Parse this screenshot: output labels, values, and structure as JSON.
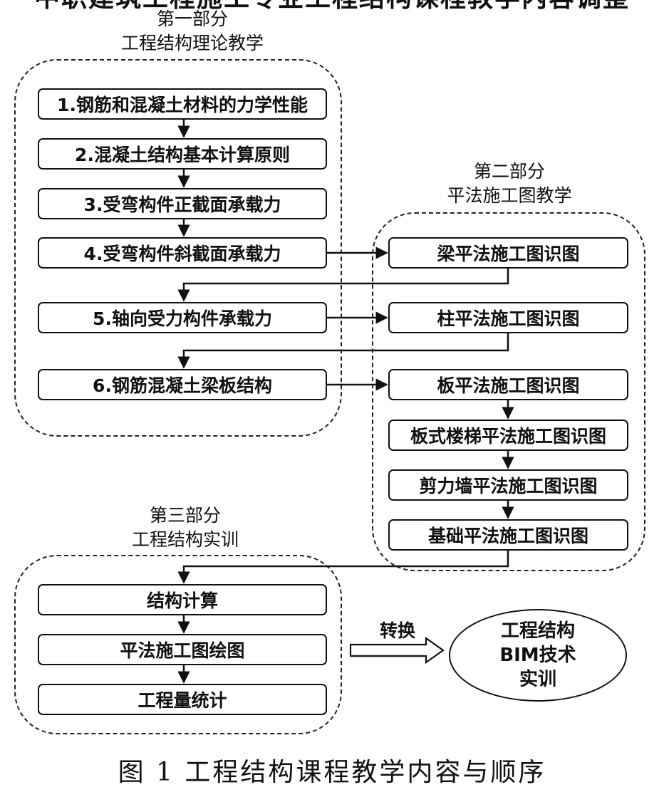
{
  "top_title": "中职建筑工程施工专业工程结构课程教学内容调整",
  "part1": {
    "title": "第一部分",
    "subtitle": "工程结构理论教学",
    "items": [
      "1.钢筋和混凝土材料的力学性能",
      "2.混凝土结构基本计算原则",
      "3.受弯构件正截面承载力",
      "4.受弯构件斜截面承载力",
      "5.轴向受力构件承载力",
      "6.钢筋混凝土梁板结构"
    ]
  },
  "part2": {
    "title": "第二部分",
    "subtitle": "平法施工图教学",
    "items": [
      "梁平法施工图识图",
      "柱平法施工图识图",
      "板平法施工图识图",
      "板式楼梯平法施工图识图",
      "剪力墙平法施工图识图",
      "基础平法施工图识图"
    ]
  },
  "part3": {
    "title": "第三部分",
    "subtitle": "工程结构实训",
    "items": [
      "结构计算",
      "平法施工图绘图",
      "工程量统计"
    ]
  },
  "convert": {
    "label": "转换",
    "target_lines": [
      "工程结构",
      "BIM技术",
      "实训"
    ]
  },
  "caption": "图 1  工程结构课程教学内容与顺序"
}
